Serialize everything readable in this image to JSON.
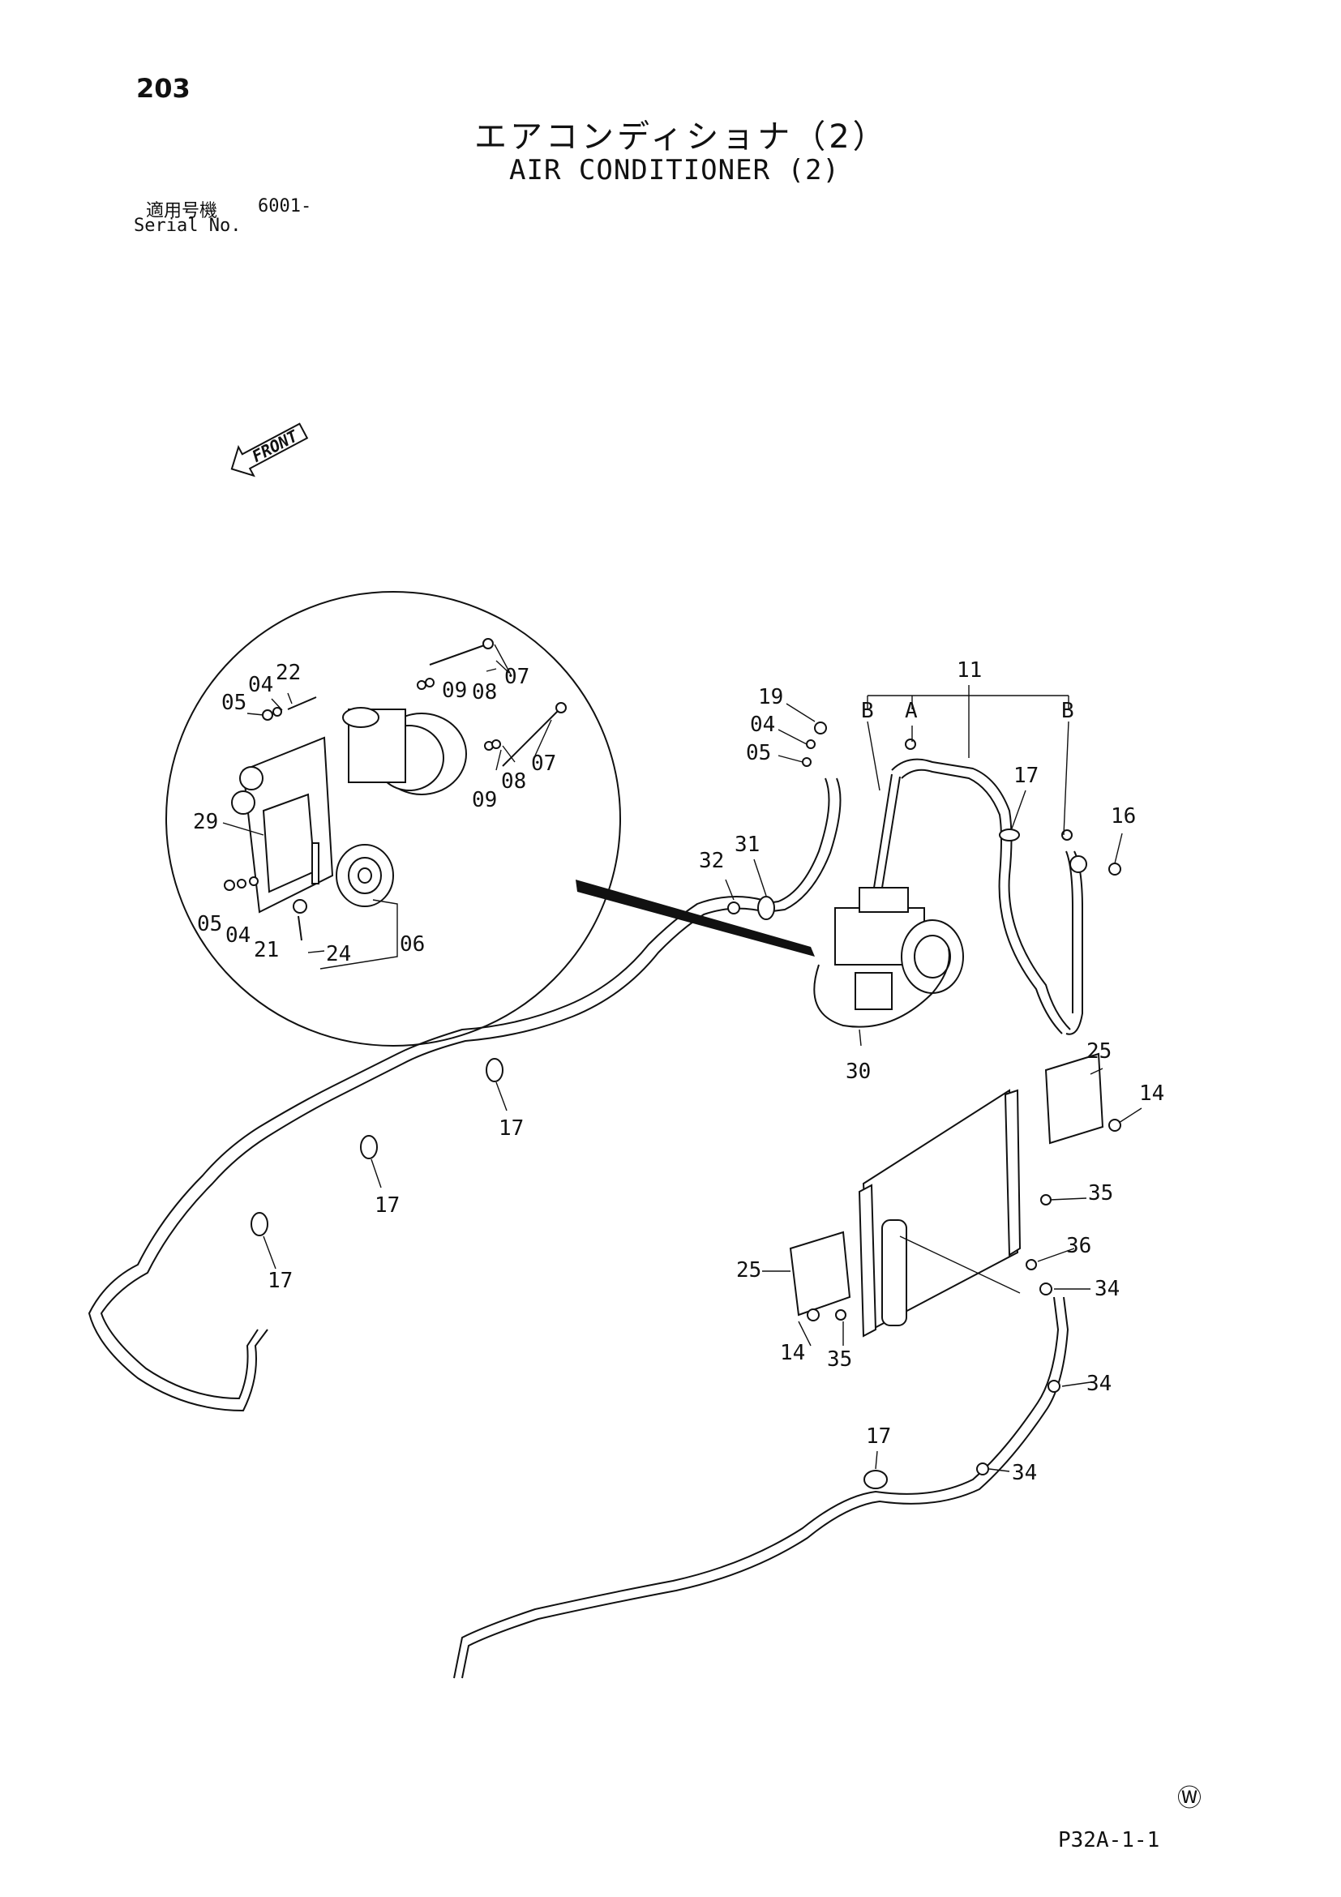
{
  "header": {
    "page_number": "203",
    "title_jp": "エアコンディショナ（2）",
    "title_en": "AIR CONDITIONER (2)",
    "serial_label_jp": "適用号機",
    "serial_value": "6001-",
    "serial_label_en": "Serial No."
  },
  "diagram": {
    "front_label": "FRONT",
    "inset_callouts": {
      "c22": "22",
      "c04a": "04",
      "c05a": "05",
      "c09a": "09",
      "c08a": "08",
      "c07a": "07",
      "c07b": "07",
      "c08b": "08",
      "c09b": "09",
      "c29": "29",
      "c05b": "05",
      "c04b": "04",
      "c21": "21",
      "c24": "24",
      "c06": "06"
    },
    "main_callouts": {
      "c11": "11",
      "cA": "A",
      "cB1": "B",
      "cB2": "B",
      "c19": "19",
      "c04": "04",
      "c05": "05",
      "c17a": "17",
      "c16": "16",
      "c31": "31",
      "c32": "32",
      "c30": "30",
      "c25a": "25",
      "c14a": "14",
      "c35a": "35",
      "c36": "36",
      "c25b": "25",
      "c34a": "34",
      "c14b": "14",
      "c35b": "35",
      "c34b": "34",
      "c17b": "17",
      "c34c": "34",
      "c17c": "17",
      "c17d": "17",
      "c17e": "17"
    },
    "watermark_symbol": "Ⓦ"
  },
  "footer": {
    "code": "P32A-1-1"
  }
}
